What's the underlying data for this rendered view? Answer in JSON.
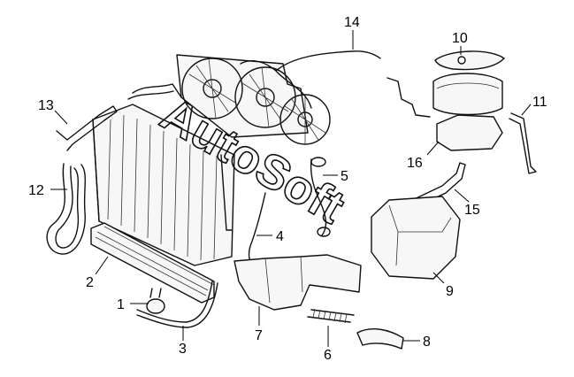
{
  "watermark": "AutoSoft",
  "callouts": [
    {
      "id": "c1",
      "label": "1"
    },
    {
      "id": "c2",
      "label": "2"
    },
    {
      "id": "c3",
      "label": "3"
    },
    {
      "id": "c4",
      "label": "4"
    },
    {
      "id": "c5",
      "label": "5"
    },
    {
      "id": "c6",
      "label": "6"
    },
    {
      "id": "c7",
      "label": "7"
    },
    {
      "id": "c8",
      "label": "8"
    },
    {
      "id": "c9",
      "label": "9"
    },
    {
      "id": "c10",
      "label": "10"
    },
    {
      "id": "c11",
      "label": "11"
    },
    {
      "id": "c12",
      "label": "12"
    },
    {
      "id": "c13",
      "label": "13"
    },
    {
      "id": "c14",
      "label": "14"
    },
    {
      "id": "c15",
      "label": "15"
    },
    {
      "id": "c16",
      "label": "16"
    }
  ]
}
